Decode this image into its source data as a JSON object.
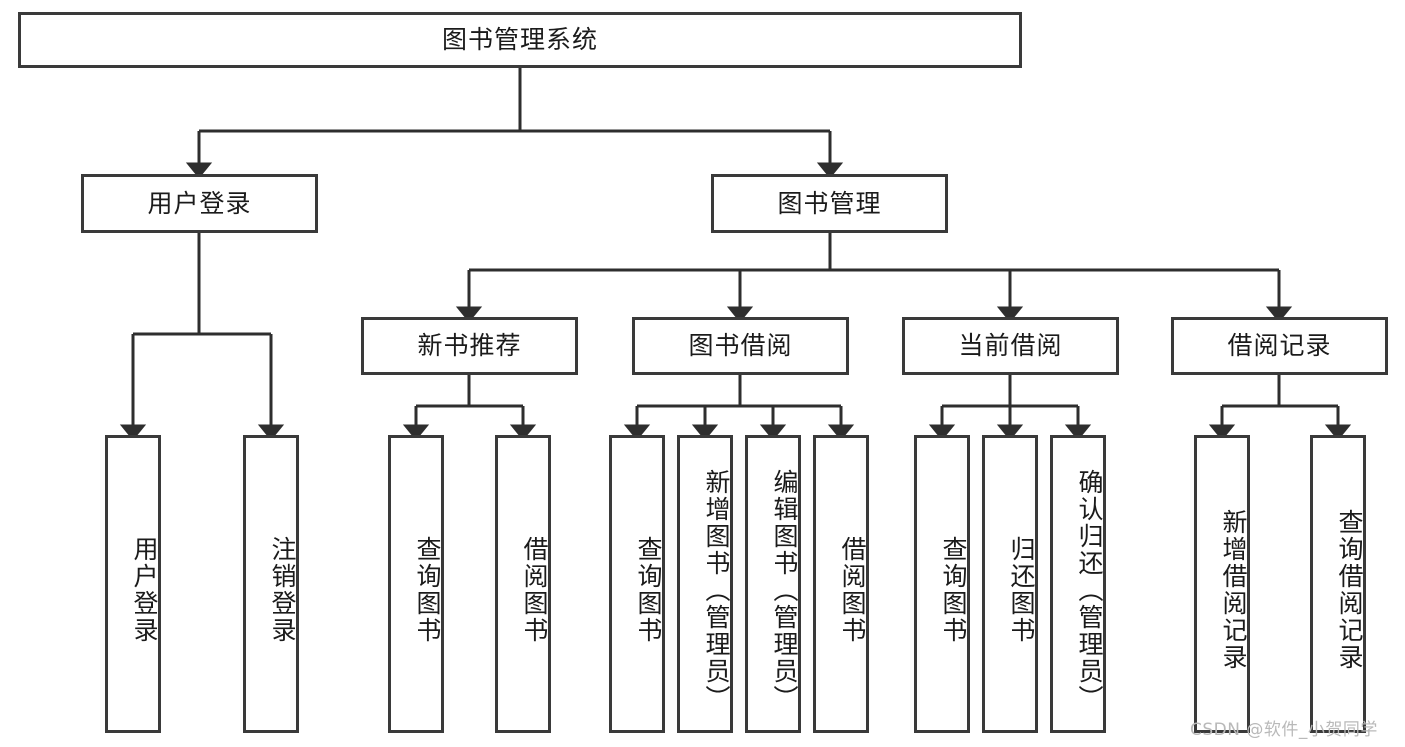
{
  "diagram": {
    "title": "图书管理系统",
    "type": "tree-hierarchy",
    "root": {
      "label": "图书管理系统"
    },
    "level2": [
      {
        "label": "用户登录"
      },
      {
        "label": "图书管理"
      }
    ],
    "level3": [
      {
        "label": "新书推荐"
      },
      {
        "label": "图书借阅"
      },
      {
        "label": "当前借阅"
      },
      {
        "label": "借阅记录"
      }
    ],
    "leaves": {
      "user_login": [
        {
          "label": "用户登录"
        },
        {
          "label": "注销登录"
        }
      ],
      "new_book_recommend": [
        {
          "label": "查询图书"
        },
        {
          "label": "借阅图书"
        }
      ],
      "book_borrow": [
        {
          "label": "查询图书"
        },
        {
          "label": "新增图书（管理员）"
        },
        {
          "label": "编辑图书（管理员）"
        },
        {
          "label": "借阅图书"
        }
      ],
      "current_borrow": [
        {
          "label": "查询图书"
        },
        {
          "label": "归还图书"
        },
        {
          "label": "确认归还（管理员）"
        }
      ],
      "borrow_record": [
        {
          "label": "新增借阅记录"
        },
        {
          "label": "查询借阅记录"
        }
      ]
    }
  },
  "watermark": {
    "text": "CSDN @软件_小贺同学"
  },
  "colors": {
    "box_border": "#3a3a3a",
    "box_fill": "#ffffff",
    "line": "#2e2e2e",
    "text": "#1b1b1b",
    "watermark": "#b9b9b9",
    "background": "#ffffff"
  }
}
